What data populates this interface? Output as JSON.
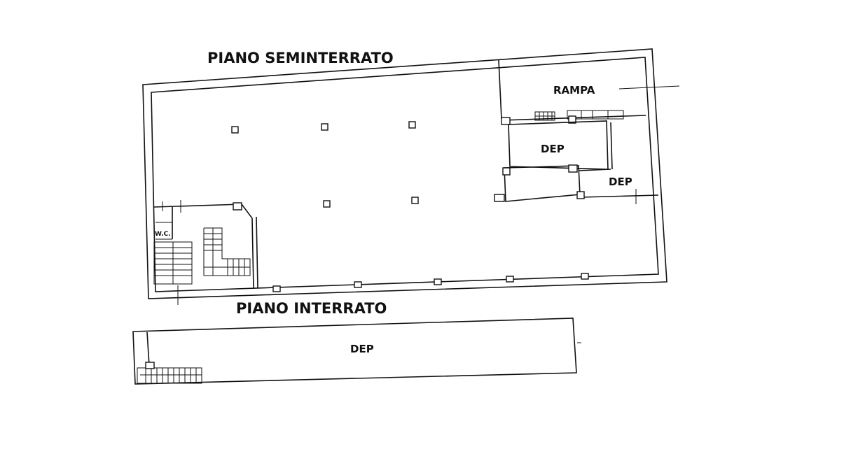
{
  "plan": {
    "colors": {
      "line": "#111111",
      "background": "#ffffff"
    },
    "levels": [
      {
        "title": "PIANO SEMINTERRATO",
        "rooms": [
          {
            "label": "RAMPA"
          },
          {
            "label": "DEP"
          },
          {
            "label": "DEP"
          },
          {
            "label": "W.C."
          }
        ]
      },
      {
        "title": "PIANO INTERRATO",
        "rooms": [
          {
            "label": "DEP"
          }
        ]
      }
    ]
  }
}
